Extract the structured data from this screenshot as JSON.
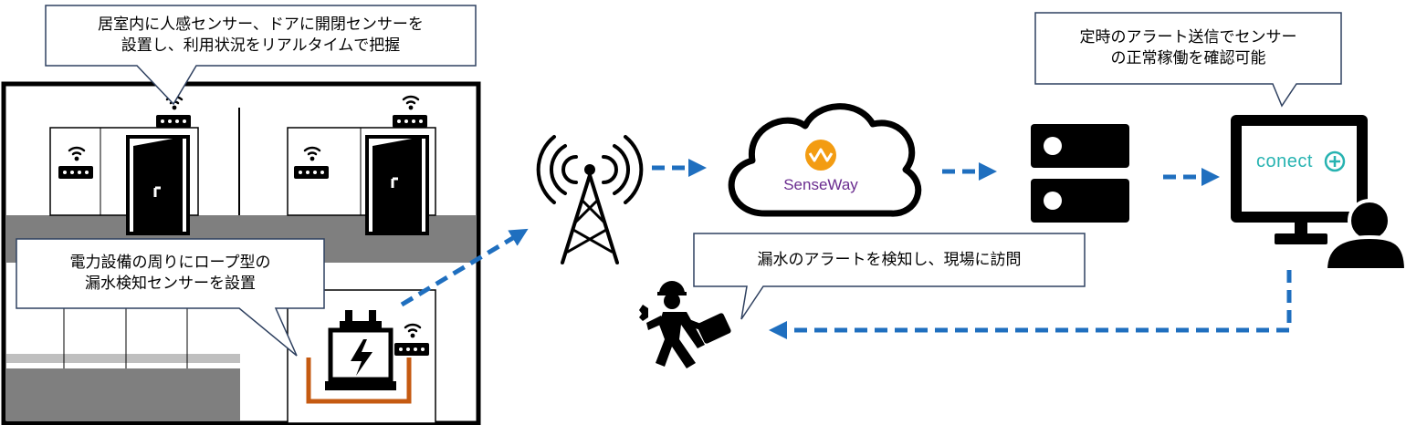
{
  "callouts": {
    "room_sensors": "居室内に人感センサー、ドアに開閉センサーを\n設置し、利用状況をリアルタイムで把握",
    "alert_check": "定時のアラート送信でセンサー\nの正常稼働を確認可能",
    "leak_sensor": "電力設備の周りにロープ型の\n漏水検知センサーを設置",
    "visit": "漏水のアラートを検知し、現場に訪問"
  },
  "logos": {
    "cloud": "SenseWay",
    "monitor": "conect"
  },
  "icons": {
    "wifi": "wifi-sensor-icon",
    "door": "open-door-icon",
    "transformer": "transformer-icon",
    "tower": "antenna-tower-icon",
    "cloud": "cloud-icon",
    "server": "server-icon",
    "monitor": "monitor-icon",
    "user": "user-icon",
    "worker": "running-worker-icon"
  },
  "colors": {
    "arrow": "#1f6fbf",
    "callout_border": "#2f4160",
    "rope": "#c55a11",
    "floor": "#7f7f7f",
    "logo_orange": "#f39c12",
    "logo_purple": "#6a2c8f",
    "logo_teal": "#27b3b1"
  }
}
